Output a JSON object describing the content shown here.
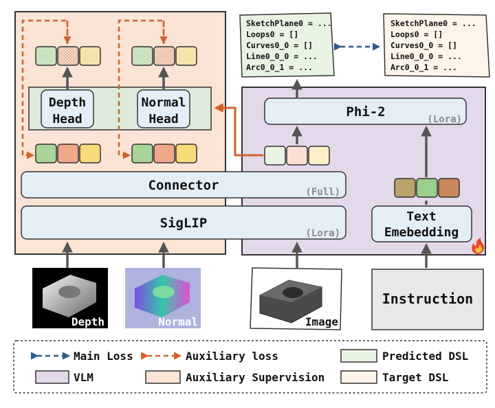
{
  "blocks": {
    "depth_head": [
      "Depth",
      "Head"
    ],
    "normal_head": [
      "Normal",
      "Head"
    ],
    "connector": "Connector",
    "connector_tag": "(Full)",
    "siglip": "SigLIP",
    "siglip_tag": "(Lora)",
    "phi2": "Phi-2",
    "phi2_tag": "(Lora)",
    "text_embedding": [
      "Text",
      "Emebedding"
    ],
    "instruction": "Instruction"
  },
  "inputs": {
    "depth": "Depth",
    "normal": "Normal",
    "image": "Image"
  },
  "predicted_dsl": [
    "SketchPlane0 = ...",
    "Loops0 = []",
    "Curves0_0 = []",
    "Line0_0_0 = ...",
    "Arc0_0_1 = ..."
  ],
  "target_dsl": [
    "SketchPlane0 = ...",
    "Loops0 = []",
    "Curves0_0 = []",
    "Line0_0_0 = ...",
    "Arc0_0_1 = ..."
  ],
  "legend": {
    "main_loss": "Main Loss",
    "auxiliary_loss": "Auxiliary loss",
    "predicted_dsl": "Predicted DSL",
    "vlm": "VLM",
    "auxiliary_supervision": "Auxiliary Supervision",
    "target_dsl": "Target DSL"
  },
  "colors": {
    "aux_region": "#fbe3d6",
    "vlm_region": "#e4d9ea",
    "block_fill": "#e4eef7",
    "head_bar": "#dcebdc",
    "target_fill": "#fdf5e9",
    "main_loss_arrow": "#2e5a8e",
    "aux_loss_arrow": "#d0622a",
    "flow_arrow": "#555555"
  }
}
